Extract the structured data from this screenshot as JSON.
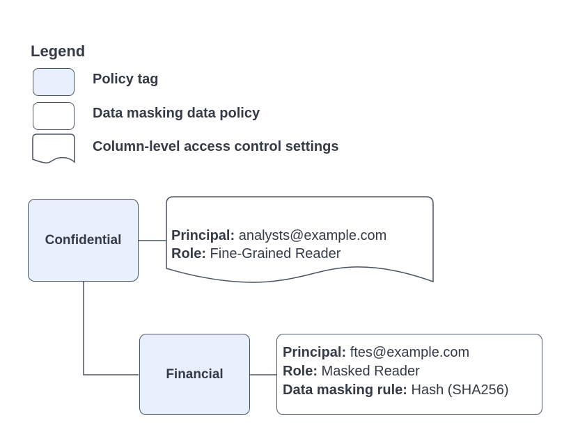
{
  "colors": {
    "policy_tag_fill": "#e8f0fe",
    "shape_fill": "#ffffff",
    "stroke": "#4a5361",
    "text": "#343b47",
    "background": "#ffffff"
  },
  "legend": {
    "title": "Legend",
    "items": [
      {
        "shape": "policy-tag",
        "label": "Policy tag"
      },
      {
        "shape": "data-masking-data-policy",
        "label": "Data masking data policy"
      },
      {
        "shape": "column-level-access-control-settings",
        "label": "Column-level access control settings"
      }
    ]
  },
  "nodes": [
    {
      "id": "confidential",
      "type": "policy-tag",
      "label": "Confidential"
    },
    {
      "id": "financial",
      "type": "policy-tag",
      "label": "Financial",
      "parent": "confidential"
    }
  ],
  "annotations": [
    {
      "id": "confidential-access",
      "shape": "column-level-access-control-settings",
      "attached_to": "confidential",
      "lines": [
        {
          "label": "Principal:",
          "value": " analysts@example.com"
        },
        {
          "label": "Role:",
          "value": " Fine-Grained Reader"
        }
      ]
    },
    {
      "id": "financial-masking",
      "shape": "data-masking-data-policy",
      "attached_to": "financial",
      "lines": [
        {
          "label": "Principal:",
          "value": " ftes@example.com"
        },
        {
          "label": "Role:",
          "value": " Masked Reader"
        },
        {
          "label": "Data masking rule:",
          "value": " Hash (SHA256)"
        }
      ]
    }
  ]
}
